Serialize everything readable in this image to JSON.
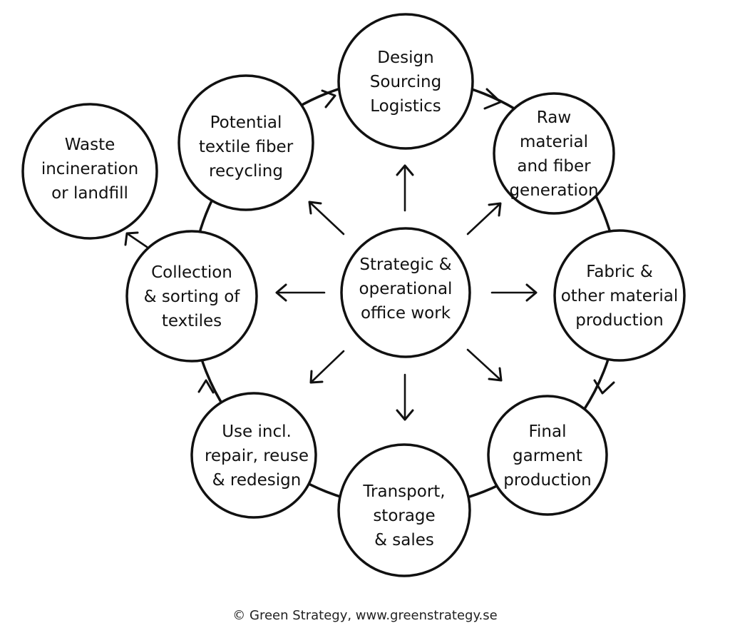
{
  "nodes": {
    "center": [
      "Strategic &",
      "operational",
      "office work"
    ],
    "design": [
      "Design",
      "Sourcing",
      "Logistics"
    ],
    "raw": [
      "Raw",
      "material",
      "and fiber",
      "generation"
    ],
    "fabric": [
      "Fabric &",
      "other material",
      "production"
    ],
    "garment": [
      "Final",
      "garment",
      "production"
    ],
    "transport": [
      "Transport,",
      "storage",
      "& sales"
    ],
    "use": [
      "Use incl.",
      "repair, reuse",
      "& redesign"
    ],
    "collection": [
      "Collection",
      "& sorting of",
      "textiles"
    ],
    "recycling": [
      "Potential",
      "textile fiber",
      "recycling"
    ],
    "waste": [
      "Waste",
      "incineration",
      "or landfill"
    ]
  },
  "footer": {
    "credit": "© Green Strategy, www.greenstrategy.se"
  }
}
